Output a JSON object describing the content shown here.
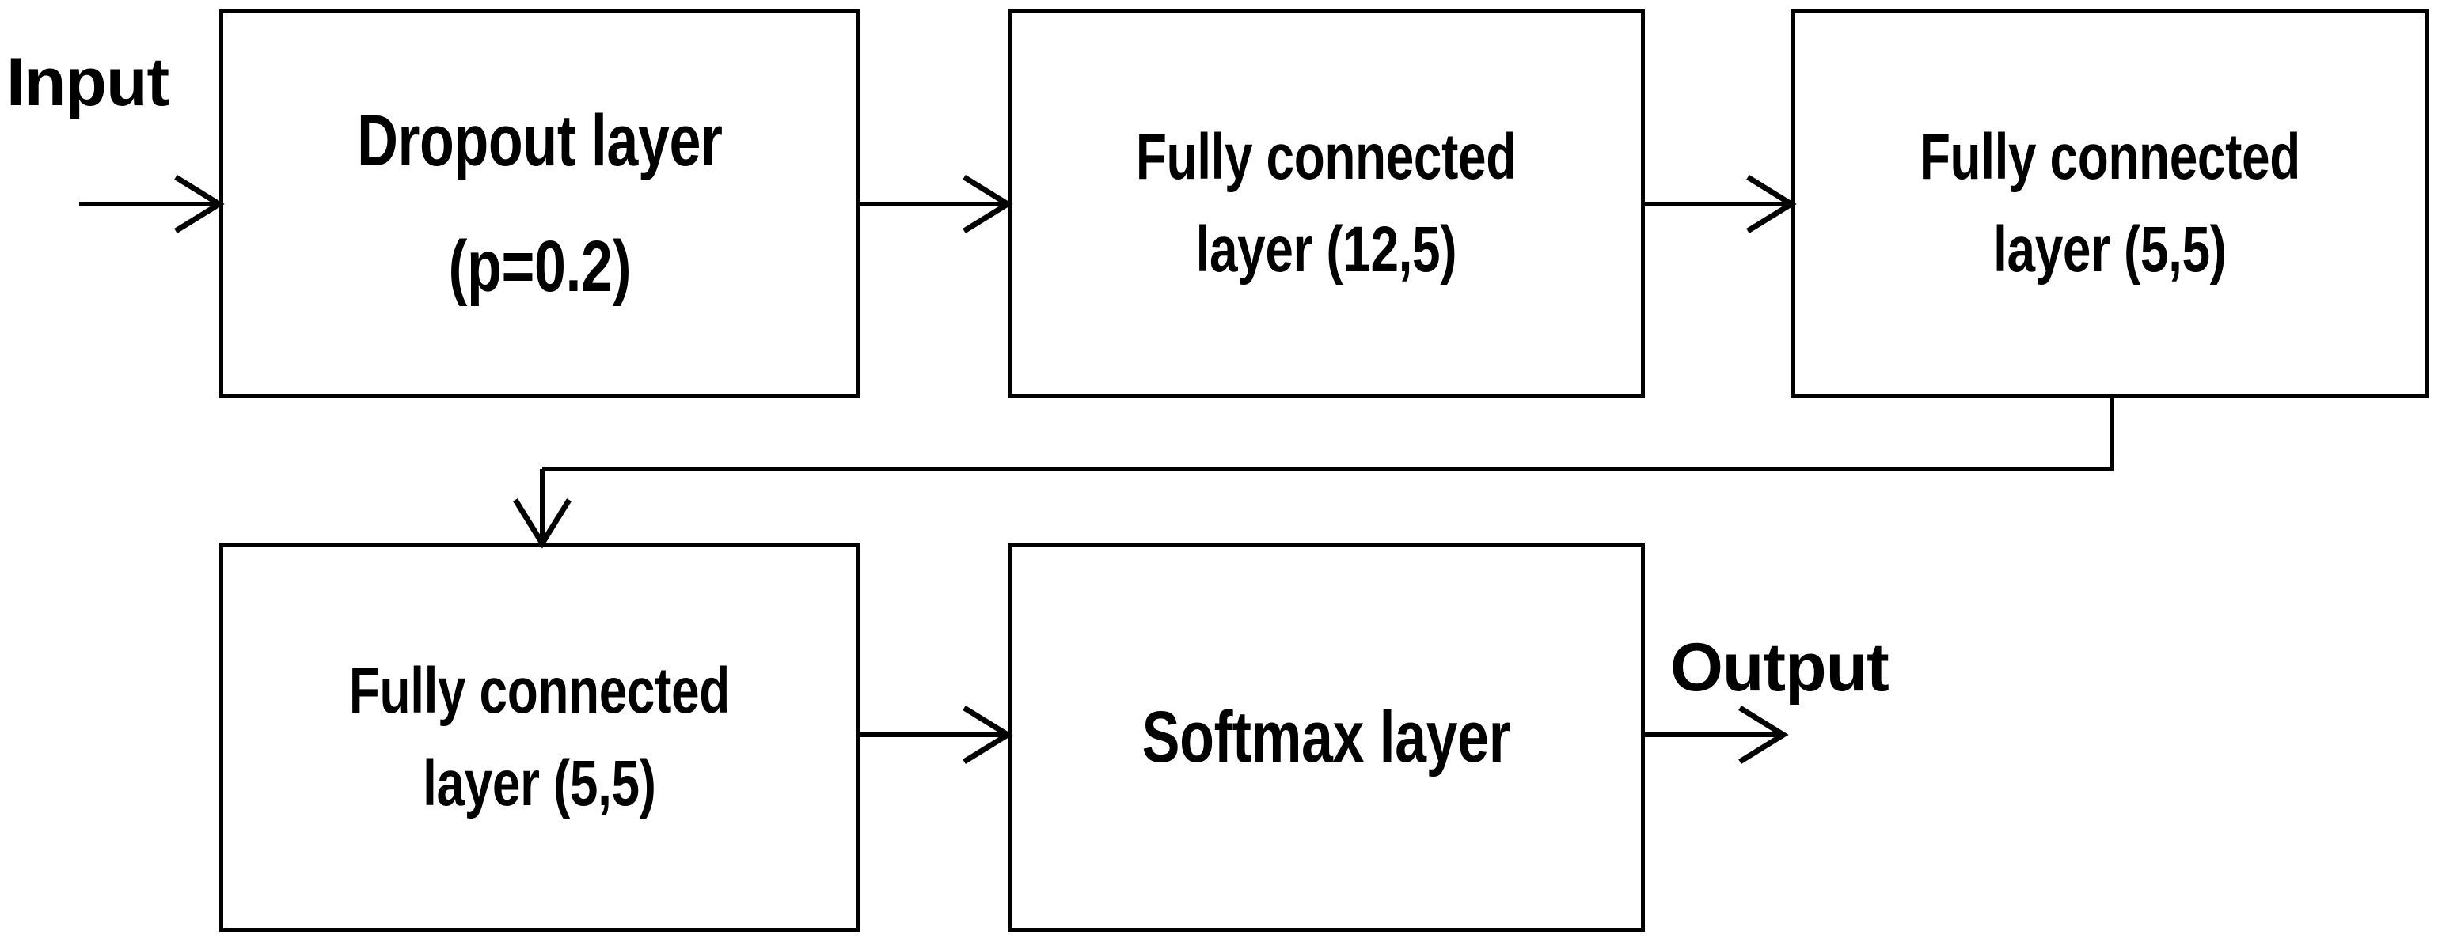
{
  "diagram": {
    "title": "Neural network architecture flow diagram",
    "background_color": "#ffffff",
    "line_color": "#000000",
    "elbow_line_color": "#404040"
  },
  "terminals": {
    "input_label": "Input",
    "output_label": "Output"
  },
  "nodes": [
    {
      "id": "dropout",
      "label": "Dropout layer\n(p=0.2)",
      "line1": "Dropout layer",
      "line2": "(p=0.2)"
    },
    {
      "id": "fc1",
      "label": "Fully connected\nlayer (12,5)",
      "line1": "Fully connected",
      "line2": "layer (12,5)"
    },
    {
      "id": "fc2",
      "label": "Fully connected\nlayer (5,5)",
      "line1": "Fully connected",
      "line2": "layer (5,5)"
    },
    {
      "id": "fc3",
      "label": "Fully connected\nlayer (5,5)",
      "line1": "Fully connected",
      "line2": "layer (5,5)"
    },
    {
      "id": "softmax",
      "label": "Softmax layer",
      "line1": "Softmax layer",
      "line2": ""
    }
  ],
  "connections": [
    {
      "id": "input-to-dropout",
      "from": "Input",
      "to": "Dropout layer"
    },
    {
      "id": "dropout-to-fc1",
      "from": "Dropout layer",
      "to": "Fully connected layer (12,5)"
    },
    {
      "id": "fc1-to-fc2",
      "from": "Fully connected layer (12,5)",
      "to": "Fully connected layer (5,5)"
    },
    {
      "id": "fc2-to-fc3",
      "from": "Fully connected layer (5,5)",
      "to": "Fully connected layer (5,5)"
    },
    {
      "id": "fc3-to-softmax",
      "from": "Fully connected layer (5,5)",
      "to": "Softmax layer"
    },
    {
      "id": "softmax-to-output",
      "from": "Softmax layer",
      "to": "Output"
    }
  ]
}
